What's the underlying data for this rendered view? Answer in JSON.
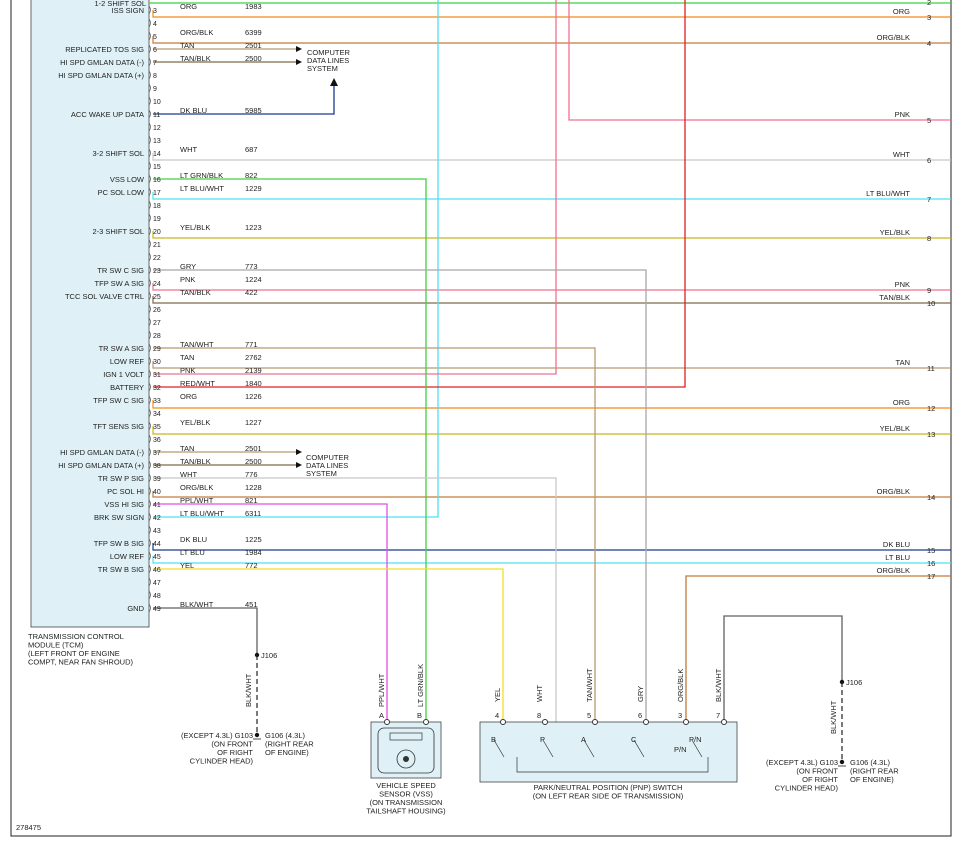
{
  "colors": {
    "ORG": "#f08a1c",
    "GRN": "#3fd13f",
    "RED": "#e02020",
    "PNK": "#f07090",
    "TAN": "#b89a70",
    "ORG/BLK": "#c07a3a",
    "TAN/BLK": "#7a6a4a",
    "WHT": "#c8c8c8",
    "LT BLU": "#50e0f0",
    "YEL/BLK": "#c8b820",
    "GRY": "#a8a8a8",
    "DK BLU": "#1a3a90",
    "YEL": "#f0e020",
    "PPL": "#e050e0",
    "LT GRN": "#40d040",
    "BLK/WHT": "#606060",
    "TCM_FILL": "#dff1f6",
    "LINE": "#222222"
  },
  "tcm": {
    "name_lines": [
      "TRANSMISSION CONTROL",
      "MODULE (TCM)",
      "(LEFT FRONT OF ENGINE",
      "COMPT, NEAR FAN SHROUD)"
    ],
    "pins": [
      {
        "pin": "3",
        "sig": "ISS SIGN",
        "wire": "ORG",
        "circuit": "1983",
        "ckey": "ORG",
        "out": "3",
        "out_label": "ORG"
      },
      {
        "pin": "4",
        "sig": "",
        "wire": "",
        "circuit": ""
      },
      {
        "pin": "5",
        "sig": "",
        "wire": "ORG/BLK",
        "circuit": "6399",
        "ckey": "ORG/BLK",
        "out": "4",
        "out_label": "ORG/BLK"
      },
      {
        "pin": "6",
        "sig": "REPLICATED TOS SIG",
        "wire": "TAN",
        "circuit": "2501",
        "ckey": "TAN"
      },
      {
        "pin": "7",
        "sig": "HI SPD GMLAN DATA (-)",
        "wire": "TAN/BLK",
        "circuit": "2500",
        "ckey": "TAN/BLK"
      },
      {
        "pin": "8",
        "sig": "HI SPD GMLAN DATA (+)",
        "wire": "",
        "circuit": ""
      },
      {
        "pin": "9",
        "sig": "",
        "wire": "",
        "circuit": ""
      },
      {
        "pin": "10",
        "sig": "",
        "wire": "",
        "circuit": ""
      },
      {
        "pin": "11",
        "sig": "ACC WAKE UP DATA",
        "wire": "DK BLU",
        "circuit": "5985",
        "ckey": "DK BLU"
      },
      {
        "pin": "12",
        "sig": "",
        "wire": "",
        "circuit": ""
      },
      {
        "pin": "13",
        "sig": "",
        "wire": "",
        "circuit": ""
      },
      {
        "pin": "14",
        "sig": "3-2 SHIFT SOL",
        "wire": "WHT",
        "circuit": "687",
        "ckey": "WHT",
        "out": "6",
        "out_label": "WHT"
      },
      {
        "pin": "15",
        "sig": "",
        "wire": "",
        "circuit": ""
      },
      {
        "pin": "16",
        "sig": "VSS LOW",
        "wire": "LT GRN/BLK",
        "circuit": "822",
        "ckey": "LT GRN"
      },
      {
        "pin": "17",
        "sig": "PC SOL LOW",
        "wire": "LT BLU/WHT",
        "circuit": "1229",
        "ckey": "LT BLU",
        "out": "7",
        "out_label": "LT BLU/WHT"
      },
      {
        "pin": "18",
        "sig": "",
        "wire": "",
        "circuit": ""
      },
      {
        "pin": "19",
        "sig": "",
        "wire": "",
        "circuit": ""
      },
      {
        "pin": "20",
        "sig": "2-3 SHIFT SOL",
        "wire": "YEL/BLK",
        "circuit": "1223",
        "ckey": "YEL/BLK",
        "out": "8",
        "out_label": "YEL/BLK"
      },
      {
        "pin": "21",
        "sig": "",
        "wire": "",
        "circuit": ""
      },
      {
        "pin": "22",
        "sig": "",
        "wire": "",
        "circuit": ""
      },
      {
        "pin": "23",
        "sig": "TR SW C SIG",
        "wire": "GRY",
        "circuit": "773",
        "ckey": "GRY"
      },
      {
        "pin": "24",
        "sig": "TFP SW A SIG",
        "wire": "PNK",
        "circuit": "1224",
        "ckey": "PNK",
        "out": "9",
        "out_label": "PNK"
      },
      {
        "pin": "25",
        "sig": "TCC SOL VALVE CTRL",
        "wire": "TAN/BLK",
        "circuit": "422",
        "ckey": "TAN/BLK",
        "out": "10",
        "out_label": "TAN/BLK"
      },
      {
        "pin": "26",
        "sig": "",
        "wire": "",
        "circuit": ""
      },
      {
        "pin": "27",
        "sig": "",
        "wire": "",
        "circuit": ""
      },
      {
        "pin": "28",
        "sig": "",
        "wire": "",
        "circuit": ""
      },
      {
        "pin": "29",
        "sig": "TR SW A SIG",
        "wire": "TAN/WHT",
        "circuit": "771",
        "ckey": "TAN"
      },
      {
        "pin": "30",
        "sig": "LOW REF",
        "wire": "TAN",
        "circuit": "2762",
        "ckey": "TAN",
        "out": "11",
        "out_label": "TAN"
      },
      {
        "pin": "31",
        "sig": "IGN 1 VOLT",
        "wire": "PNK",
        "circuit": "2139",
        "ckey": "PNK"
      },
      {
        "pin": "32",
        "sig": "BATTERY",
        "wire": "RED/WHT",
        "circuit": "1840",
        "ckey": "RED"
      },
      {
        "pin": "33",
        "sig": "TFP SW C SIG",
        "wire": "ORG",
        "circuit": "1226",
        "ckey": "ORG",
        "out": "12",
        "out_label": "ORG"
      },
      {
        "pin": "34",
        "sig": "",
        "wire": "",
        "circuit": ""
      },
      {
        "pin": "35",
        "sig": "TFT SENS SIG",
        "wire": "YEL/BLK",
        "circuit": "1227",
        "ckey": "YEL/BLK",
        "out": "13",
        "out_label": "YEL/BLK"
      },
      {
        "pin": "36",
        "sig": "",
        "wire": "",
        "circuit": ""
      },
      {
        "pin": "37",
        "sig": "HI SPD GMLAN DATA (-)",
        "wire": "TAN",
        "circuit": "2501",
        "ckey": "TAN"
      },
      {
        "pin": "38",
        "sig": "HI SPD GMLAN DATA (+)",
        "wire": "TAN/BLK",
        "circuit": "2500",
        "ckey": "TAN/BLK"
      },
      {
        "pin": "39",
        "sig": "TR SW P SIG",
        "wire": "WHT",
        "circuit": "776",
        "ckey": "WHT"
      },
      {
        "pin": "40",
        "sig": "PC SOL HI",
        "wire": "ORG/BLK",
        "circuit": "1228",
        "ckey": "ORG/BLK",
        "out": "14",
        "out_label": "ORG/BLK"
      },
      {
        "pin": "41",
        "sig": "VSS HI SIG",
        "wire": "PPL/WHT",
        "circuit": "821",
        "ckey": "PPL"
      },
      {
        "pin": "42",
        "sig": "BRK SW SIGN",
        "wire": "LT BLU/WHT",
        "circuit": "6311",
        "ckey": "LT BLU"
      },
      {
        "pin": "43",
        "sig": "",
        "wire": "",
        "circuit": ""
      },
      {
        "pin": "44",
        "sig": "TFP SW B SIG",
        "wire": "DK BLU",
        "circuit": "1225",
        "ckey": "DK BLU",
        "out": "15",
        "out_label": "DK BLU"
      },
      {
        "pin": "45",
        "sig": "LOW REF",
        "wire": "LT BLU",
        "circuit": "1984",
        "ckey": "LT BLU",
        "out": "16",
        "out_label": "LT BLU"
      },
      {
        "pin": "46",
        "sig": "TR SW B SIG",
        "wire": "YEL",
        "circuit": "772",
        "ckey": "YEL"
      },
      {
        "pin": "47",
        "sig": "",
        "wire": "",
        "circuit": ""
      },
      {
        "pin": "48",
        "sig": "",
        "wire": "",
        "circuit": ""
      },
      {
        "pin": "49",
        "sig": "GND",
        "wire": "BLK/WHT",
        "circuit": "451",
        "ckey": "BLK/WHT"
      }
    ]
  },
  "top_partial": {
    "sig": "1-2 SHIFT SOL",
    "out": "2"
  },
  "extra_out": [
    {
      "out": "5",
      "label": "PNK"
    },
    {
      "out": "17",
      "label": "ORG/BLK"
    }
  ],
  "computer_data_lines": [
    "COMPUTER",
    "DATA LINES",
    "SYSTEM"
  ],
  "vss": {
    "name_lines": [
      "VEHICLE SPEED",
      "SENSOR (VSS)",
      "(ON TRANSMISSION",
      "TAILSHAFT HOUSING)"
    ],
    "wire_a": "PPL/WHT",
    "wire_b": "LT GRN/BLK",
    "pin_a": "A",
    "pin_b": "B"
  },
  "pnp": {
    "name_lines": [
      "PARK/NEUTRAL POSITION (PNP) SWITCH",
      "(ON LEFT REAR SIDE OF TRANSMISSION)"
    ],
    "wires": [
      {
        "color": "YEL",
        "pin": "4"
      },
      {
        "color": "WHT",
        "pin": "8"
      },
      {
        "color": "TAN/WHT",
        "pin": "5"
      },
      {
        "color": "GRY",
        "pin": "6"
      },
      {
        "color": "ORG/BLK",
        "pin": "3"
      },
      {
        "color": "BLK/WHT",
        "pin": "7"
      }
    ],
    "switch_labels": [
      "B",
      "P",
      "A",
      "C",
      "P/N"
    ]
  },
  "ground_left": {
    "splice": "J106",
    "wire": "BLK/WHT",
    "g103": [
      "(EXCEPT 4.3L) G103",
      "(ON FRONT",
      "OF RIGHT",
      "CYLINDER HEAD)"
    ],
    "g106": [
      "G106  (4.3L)",
      "(RIGHT REAR",
      "OF ENGINE)"
    ]
  },
  "ground_right": {
    "splice": "J106",
    "wire": "BLK/WHT",
    "g103": [
      "(EXCEPT 4.3L) G103",
      "(ON FRONT",
      "OF RIGHT",
      "CYLINDER HEAD)"
    ],
    "g106": [
      "G106  (4.3L)",
      "(RIGHT REAR",
      "OF ENGINE)"
    ]
  },
  "figure_id": "278475"
}
